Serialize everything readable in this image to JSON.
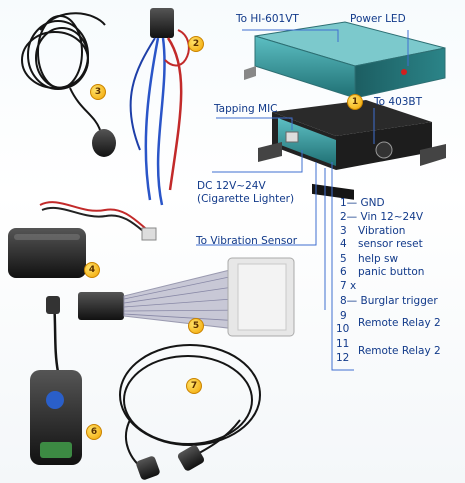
{
  "callouts": {
    "hi601vt": "To HI-601VT",
    "power_led": "Power LED",
    "tapping_mic": "Tapping MIC",
    "to_403bt": "To 403BT",
    "dc_line1": "DC 12V~24V",
    "dc_line2": "(Cigarette Lighter)",
    "vibration": "To Vibration Sensor"
  },
  "numbers": [
    "1",
    "2",
    "3",
    "4",
    "5",
    "6",
    "7"
  ],
  "pins": [
    "1— GND",
    "2— Vin 12~24V",
    "3",
    "Vibration",
    "4",
    "sensor reset",
    "5",
    "help sw",
    "6",
    "panic button",
    "7 x",
    "8— Burglar trigger",
    "9",
    "Remote Relay 2",
    "10",
    "11",
    "Remote Relay 2",
    "12"
  ],
  "colors": {
    "label": "#123a8a",
    "line": "#3f6fd0",
    "device": "#2d8f92",
    "badge": "#f2a400"
  }
}
